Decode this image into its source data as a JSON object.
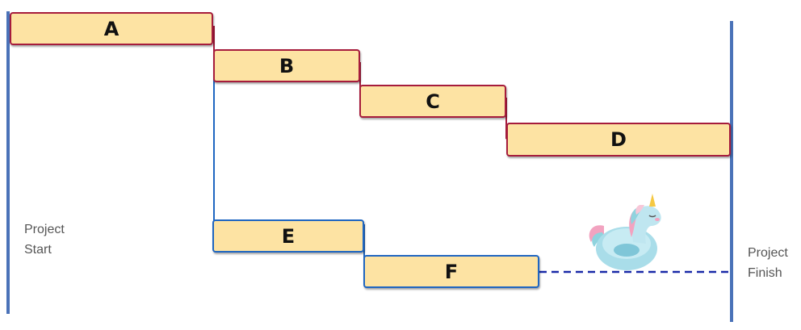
{
  "tasks": [
    {
      "id": "task-a",
      "label": "A",
      "path": "critical"
    },
    {
      "id": "task-b",
      "label": "B",
      "path": "critical"
    },
    {
      "id": "task-c",
      "label": "C",
      "path": "critical"
    },
    {
      "id": "task-d",
      "label": "D",
      "path": "critical"
    },
    {
      "id": "task-e",
      "label": "E",
      "path": "non-critical"
    },
    {
      "id": "task-f",
      "label": "F",
      "path": "non-critical"
    }
  ],
  "milestones": {
    "start": "Project\nStart",
    "finish": "Project\nFinish"
  },
  "colors": {
    "critical_path": "#a61c3c",
    "non_critical_path": "#1f66c1",
    "boundary_line": "#4a72b8",
    "float_line": "#1a2aa8",
    "task_fill": "#fde3a3"
  },
  "icons": {
    "float_mascot": "unicorn-float-icon"
  }
}
